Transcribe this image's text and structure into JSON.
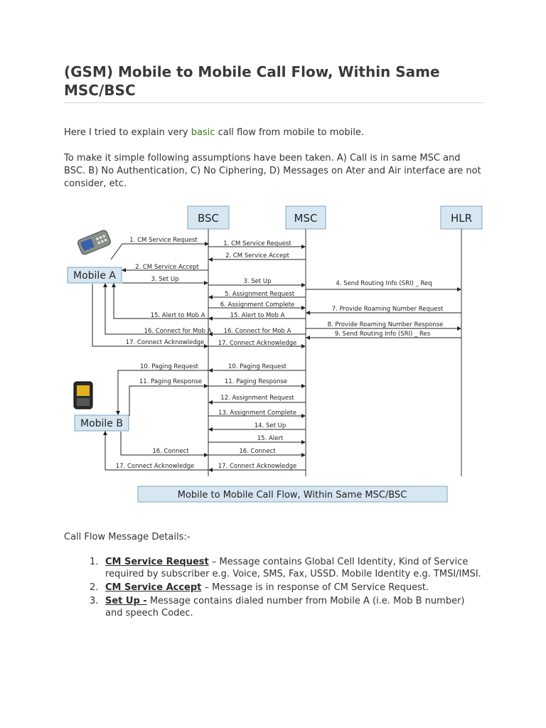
{
  "article": {
    "title": "(GSM) Mobile to Mobile Call Flow, Within Same MSC/BSC",
    "intro_prefix": "Here I tried to explain very ",
    "intro_link": "basic",
    "intro_suffix": " call flow from mobile to mobile.",
    "assumptions": "To make it simple following assumptions have been taken. A) Call is in same MSC and BSC. B) No Authentication, C) No Ciphering, D) Messages on Ater and Air interface are not consider, etc.",
    "details_heading": "Call Flow Message Details:-"
  },
  "diagram": {
    "entities": {
      "bsc": "BSC",
      "msc": "MSC",
      "hlr": "HLR",
      "mobile_a": "Mobile A",
      "mobile_b": "Mobile B"
    },
    "caption": "Mobile to Mobile Call Flow, Within Same MSC/BSC",
    "messages": {
      "m1_a": "1. CM Service Request",
      "m1_b": "1. CM Service Request",
      "m2_b": "2. CM Service Accept",
      "m2_a": "2. CM Service Accept",
      "m3_a": "3. Set Up",
      "m3_b": "3. Set Up",
      "m4": "4. Send Routing Info (SRI) _ Req",
      "m5": "5. Assignment Request",
      "m6": "6. Assignment Complete",
      "m7": "7. Provide Roaming Number Request",
      "m15_a": "15. Alert to Mob A",
      "m15_b": "15. Alert to Mob A",
      "m8": "8. Provide Roaming Number Response",
      "m9": "9. Send Routing Info (SRI) _ Res",
      "m16_a": "16. Connect for Mob A",
      "m16_b": "16. Connect for Mob A",
      "m17_a": "17. Connect Acknowledge",
      "m17_b": "17. Connect Acknowledge",
      "m10_a": "10. Paging Request",
      "m10_b": "10. Paging Request",
      "m11_a": "11. Paging Response",
      "m11_b": "11. Paging Response",
      "m12": "12. Assignment Request",
      "m13": "13. Assignment Complete",
      "m14": "14. Set Up",
      "m15c": "15. Alert",
      "m16c_a": "16. Connect",
      "m16c_b": "16. Connect",
      "m17c_a": "17. Connect Acknowledge",
      "m17c_b": "17. Connect Acknowledge"
    }
  },
  "items": [
    {
      "num": "1.",
      "term": "CM Service Request",
      "sep": " – ",
      "desc": "Message contains Global Cell Identity, Kind of Service required by subscriber e.g. Voice, SMS, Fax, USSD. Mobile Identity e.g. TMSI/IMSI."
    },
    {
      "num": "2.",
      "term": "CM Service Accept",
      "sep": " – ",
      "desc": "Message is in response of CM Service Request."
    },
    {
      "num": "3.",
      "term": "Set Up -",
      "sep": " ",
      "desc": "Message contains dialed number from Mobile A (i.e. Mob B number) and speech Codec."
    }
  ]
}
